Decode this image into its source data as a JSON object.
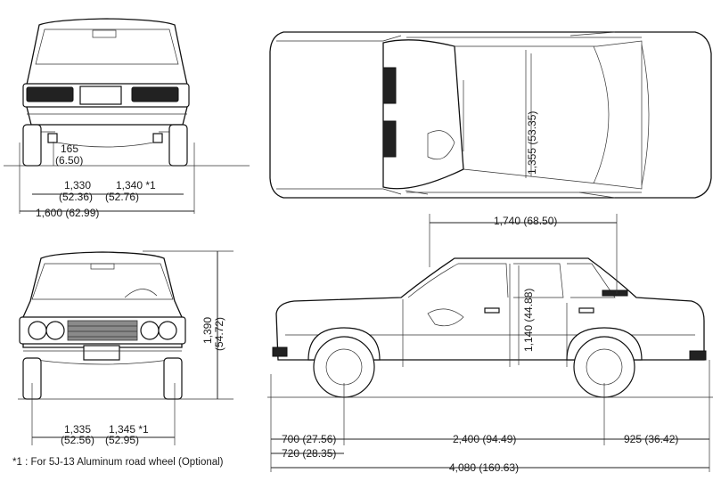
{
  "dimensions": {
    "rear_ground_clearance": {
      "mm": "165",
      "in": "(6.50)"
    },
    "rear_track_std": {
      "mm": "1,330",
      "in": "(52.36)"
    },
    "rear_track_opt": {
      "mm": "1,340 *1",
      "in": "(52.76)"
    },
    "overall_width": "1,600 (62.99)",
    "front_track_std": {
      "mm": "1,335",
      "in": "(52.56)"
    },
    "front_track_opt": {
      "mm": "1,345 *1",
      "in": "(52.95)"
    },
    "overall_height": {
      "mm": "1,390",
      "in": "(54.72)"
    },
    "interior_width": "1,355 (53.35)",
    "interior_length": "1,740 (68.50)",
    "interior_height": "1,140 (44.88)",
    "front_overhang_a": "700 (27.56)",
    "front_overhang_b": "720 (28.35)",
    "wheelbase": "2,400 (94.49)",
    "rear_overhang": "925 (36.42)",
    "overall_length": "4,080 (160.63)"
  },
  "footnote": {
    "marker": "*1 :",
    "text": "For 5J-13 Aluminum road wheel (Optional)"
  }
}
